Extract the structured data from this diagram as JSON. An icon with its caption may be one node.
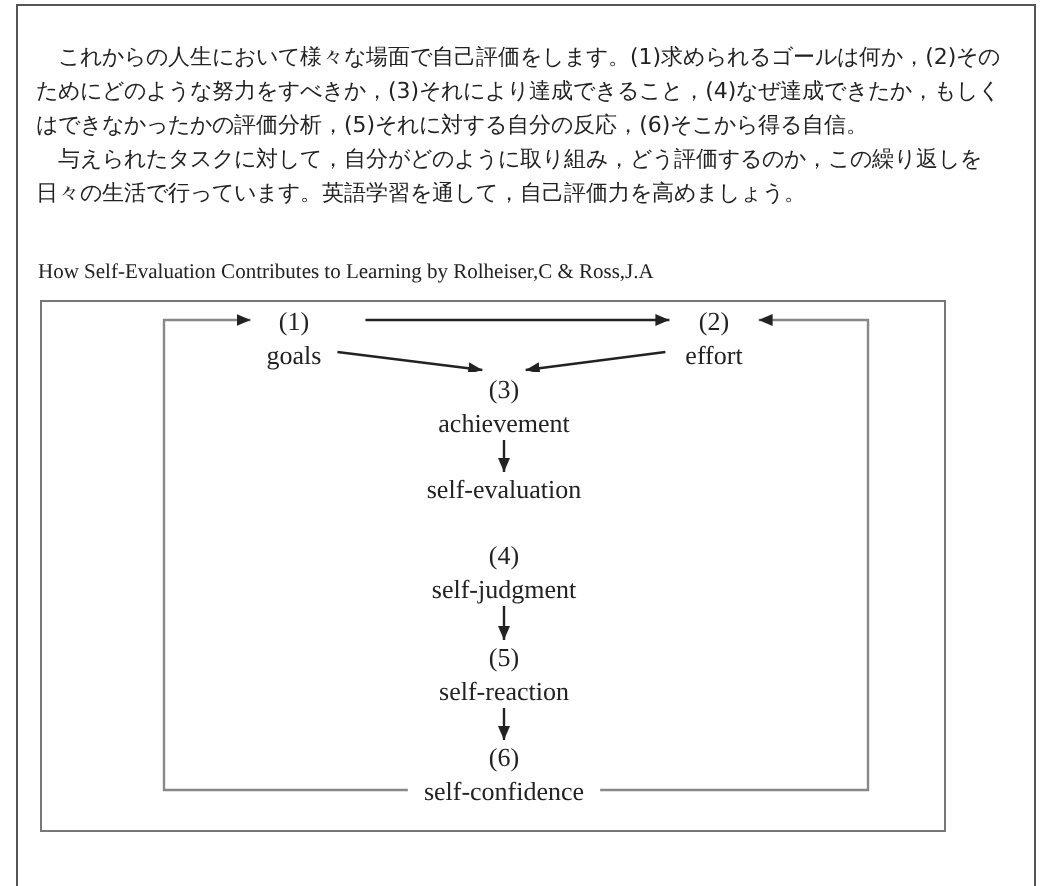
{
  "diagram": {
    "title": "How Self-Evaluation Contributes to Learning by Rolheiser,C & Ross,J.A",
    "nodes": [
      {
        "text": [
          "(1)",
          "goals"
        ]
      },
      {
        "text": [
          "(2)",
          "effort"
        ]
      },
      {
        "text": [
          "(3)",
          "achievement"
        ]
      },
      {
        "text": [
          "self-evaluation"
        ]
      },
      {
        "text": [
          "(4)",
          "self-judgment"
        ]
      },
      {
        "text": [
          "(5)",
          "self-reaction"
        ]
      },
      {
        "text": [
          "(6)",
          "self-confidence"
        ]
      }
    ],
    "edges": [
      {
        "from": 0,
        "to": 1,
        "arrow": "to"
      },
      {
        "from": 0,
        "to": 2,
        "arrow": "to"
      },
      {
        "from": 1,
        "to": 2,
        "arrow": "to"
      },
      {
        "from": 2,
        "to": 3,
        "arrow": "to"
      },
      {
        "from": 4,
        "to": 5,
        "arrow": "to"
      },
      {
        "from": 5,
        "to": 6,
        "arrow": "to"
      },
      {
        "from": 6,
        "to": 0,
        "arrow": "to",
        "color": "#888888"
      },
      {
        "from": 6,
        "to": 1,
        "arrow": "to",
        "color": "#888888"
      }
    ],
    "labels": [
      "これからの人生において様々な場面で自己評価をします。(1)求められるゴールは何か，(2)そのためにどのような努力をすべきか，(3)それにより達成できること，(4)なぜ達成できたか，もしくはできなかったかの評価分析，(5)それに対する自分の反応，(6)そこから得る自信。",
      "与えられたタスクに対して，自分がどのように取り組み，どう評価するのか，この繰り返しを日々の生活で行っています。英語学習を通して，自己評価力を高めましょう。"
    ]
  }
}
